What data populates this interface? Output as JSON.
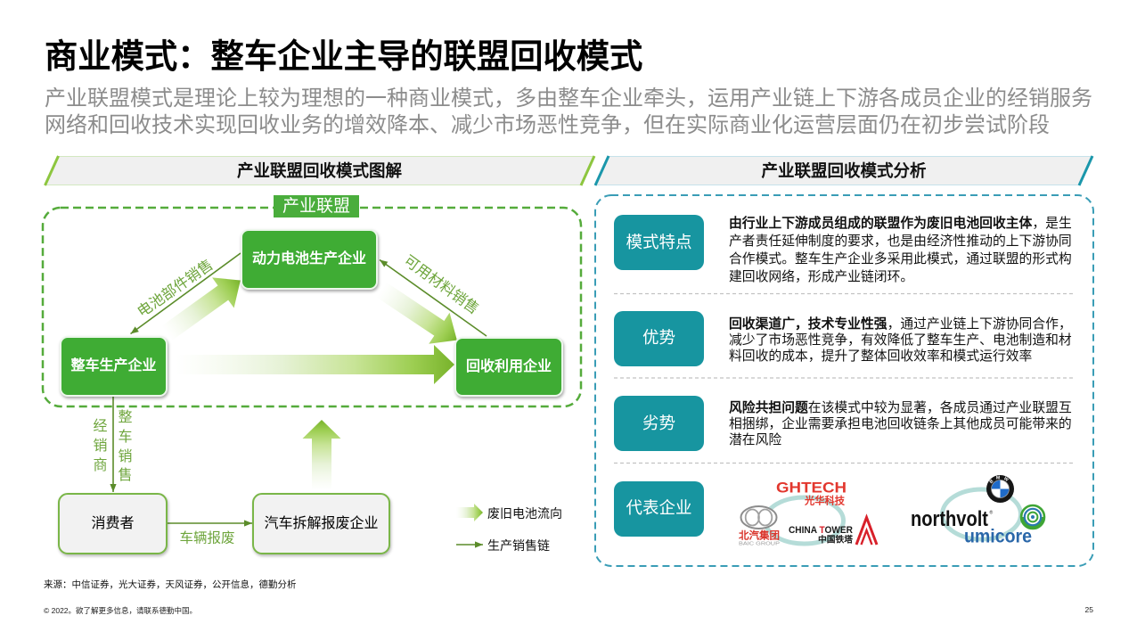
{
  "slide": {
    "title": "商业模式：整车企业主导的联盟回收模式",
    "subtitle_lines": [
      "产业联盟模式是理论上较为理想的一种商业模式，多由整车企业牵头，运用产业链上下游各成员企业的经销服务",
      "网络和回收技术实现回收业务的增效降本、减少市场恶性竞争，但在实际商业化运营层面仍在初步尝试阶段"
    ],
    "page_number": "25"
  },
  "diagram": {
    "header": "产业联盟回收模式图解",
    "alliance_label": "产业联盟",
    "nodes": {
      "battery_maker": "动力电池生产企业",
      "automaker": "整车生产企业",
      "recycler": "回收利用企业",
      "consumer": "消费者",
      "dismantler": "汽车拆解报废企业"
    },
    "flow_labels": {
      "battery_parts_sales": "电池部件销售",
      "material_sales": "可用材料销售",
      "dealer": "经销商",
      "vehicle_sales": "整车销售",
      "vehicle_scrapping": "车辆报废"
    },
    "legend": [
      {
        "icon": "gradient-arrow-icon",
        "label": "废旧电池流向"
      },
      {
        "icon": "thin-arrow-icon",
        "label": "生产销售链"
      }
    ]
  },
  "analysis": {
    "header": "产业联盟回收模式分析",
    "rows": [
      {
        "label": "模式特点",
        "lines": [
          {
            "bold": "由行业上下游成员组成的联盟作为废旧电池回收主体",
            "text": "，是生"
          },
          {
            "text": "产者责任延伸制度的要求，也是由经济性推动的上下游协同"
          },
          {
            "text": "合作模式。整车生产企业多采用此模式，通过联盟的形式构"
          },
          {
            "text": "建回收网络，形成产业链闭环。"
          }
        ]
      },
      {
        "label": "优势",
        "lines": [
          {
            "bold": "回收渠道广，技术专业性强",
            "text": "，通过产业链上下游协同合作，"
          },
          {
            "text": "减少了市场恶性竞争，有效降低了整车生产、电池制造和材"
          },
          {
            "text": "料回收的成本，提升了整体回收效率和模式运行效率"
          }
        ]
      },
      {
        "label": "劣势",
        "lines": [
          {
            "bold": "风险共担问题",
            "text": "在该模式中较为显著，各成员通过产业联盟互"
          },
          {
            "text": "相捆绑，企业需要承担电池回收链条上其他成员可能带来的"
          },
          {
            "text": "潜在风险"
          }
        ]
      },
      {
        "label": "代表企业",
        "logo_groups": [
          {
            "ghtech": {
              "name": "GHTECH",
              "cn_name": "光华科技"
            },
            "baic": {
              "cn_name": "北汽集团",
              "en_name": "BAIC GROUP"
            },
            "china_tower": {
              "en_name_parts": [
                "CHINA ",
                "T",
                "OWER"
              ],
              "cn_name": "中国铁塔"
            }
          },
          {
            "bmw": {
              "letters": "BMW"
            },
            "northvolt": {
              "name": "northvolt",
              "mark": "®"
            },
            "umicore": {
              "name": "umicore"
            }
          }
        ]
      }
    ]
  },
  "footer": {
    "source": "来源：中信证券，光大证券，天风证券，公开信息，德勤分析",
    "copyright": "© 2022。欲了解更多信息，请联系德勤中国。"
  },
  "colors": {
    "alliance_green": "#3fac34",
    "alliance_frame": "#55ab3b",
    "header_green": "#8dc63f",
    "flow_line": "#5b8c2a",
    "flow_label": "#6ea53c",
    "flow_arrow": "#78b32b",
    "node_border_green": "#7ab648",
    "analysis_teal": "#1795a0",
    "header_teal": "#1b97ab",
    "panel_frame_teal": "#3a9db6",
    "subtitle_gray": "#8c8c8c"
  }
}
